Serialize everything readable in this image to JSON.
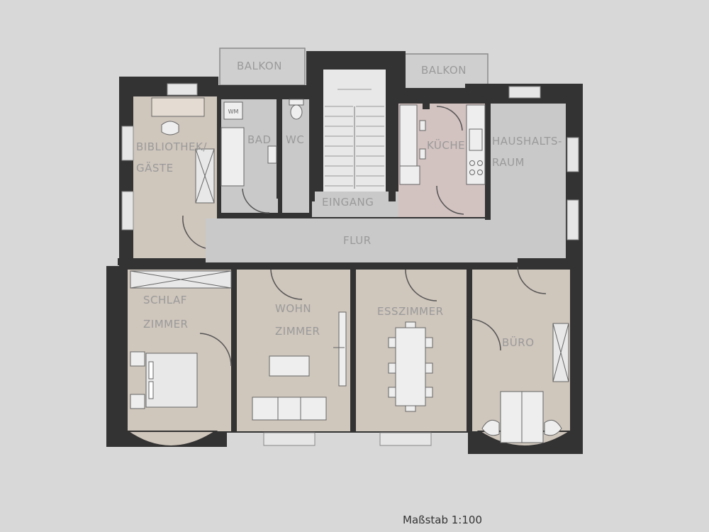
{
  "rooms": {
    "balkon_left": "BALKON",
    "balkon_right": "BALKON",
    "bad": "BAD",
    "wc": "WC",
    "bibliothek_line1": "BIBLIOTHEK/",
    "bibliothek_line2": "GÄSTE",
    "kueche": "KÜCHE",
    "haushalt_line1": "HAUSHALTS-",
    "haushalt_line2": "RAUM",
    "eingang": "EINGANG",
    "flur": "FLUR",
    "schlaf_line1": "SCHLAF",
    "schlaf_line2": "ZIMMER",
    "wohn_line1": "WOHN",
    "wohn_line2": "ZIMMER",
    "esszimmer": "ESSZIMMER",
    "buero": "BÜRO"
  },
  "fixtures": {
    "washer": "WM"
  },
  "scale": "Maßstab 1:100",
  "colors": {
    "wall": "#333333",
    "room_beige": "#cfc6bc",
    "room_grey": "#c9c9c9",
    "kitchen_pink": "#d2c2c0",
    "background": "#d9d9d9"
  }
}
